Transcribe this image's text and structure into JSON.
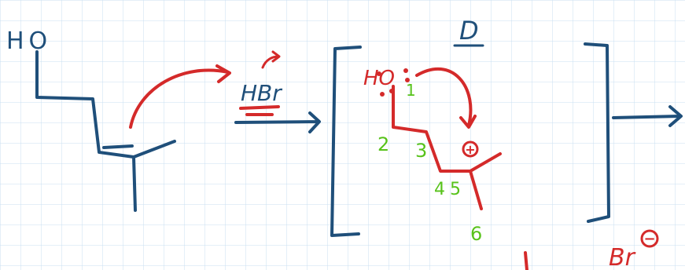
{
  "colors": {
    "background": "#ffffff",
    "grid": "#c9dff2",
    "ink_blue": "#1f4f7a",
    "ink_red": "#d42a2a",
    "ink_green": "#57c21a"
  },
  "labels": {
    "reactant_oh": "HO",
    "reagent": "HBr",
    "intermediate_oh": "HO",
    "step_label": "D",
    "counter_ion": "Br",
    "charge_plus": "+",
    "charge_minus": "−"
  },
  "carbon_numbers": [
    "1",
    "2",
    "3",
    "4",
    "5",
    "6"
  ]
}
